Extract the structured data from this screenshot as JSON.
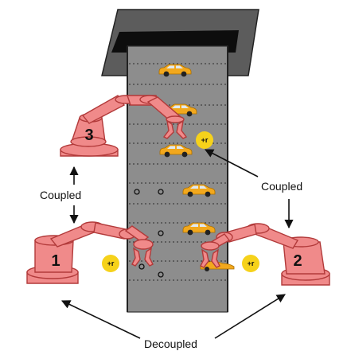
{
  "robots": [
    {
      "id": "1"
    },
    {
      "id": "2"
    },
    {
      "id": "3"
    }
  ],
  "labels": {
    "coupled_left": "Coupled",
    "coupled_right": "Coupled",
    "decoupled": "Decoupled"
  },
  "reward_badge": "+r",
  "colors": {
    "robot_fill": "#f08a8a",
    "robot_stroke": "#b23a3a",
    "conveyor": "#8f8f8f",
    "hood": "#5a5a5a",
    "car": "#f2a81d",
    "reward": "#f6d21b"
  },
  "icons": [
    "robot-arm-icon",
    "car-icon",
    "reward-badge-icon",
    "arrow-icon"
  ]
}
